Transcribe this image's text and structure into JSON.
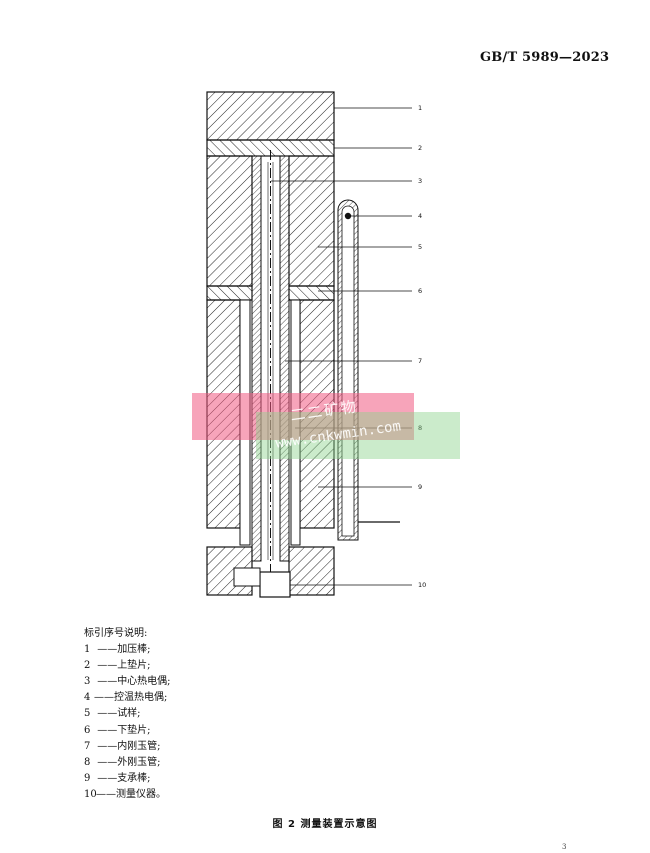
{
  "header": {
    "standard_code": "GB/T 5989—2023"
  },
  "figure": {
    "callouts": [
      "1",
      "2",
      "3",
      "4",
      "5",
      "6",
      "7",
      "8",
      "9",
      "10"
    ]
  },
  "legend": {
    "title": "标引序号说明:",
    "items": [
      {
        "num": "1",
        "text": "——加压棒;"
      },
      {
        "num": "2",
        "text": "——上垫片;"
      },
      {
        "num": "3",
        "text": "——中心热电偶;"
      },
      {
        "num": "4",
        "text": "——控温热电偶;"
      },
      {
        "num": "5",
        "text": "——试样;"
      },
      {
        "num": "6",
        "text": "——下垫片;"
      },
      {
        "num": "7",
        "text": "——内刚玉管;"
      },
      {
        "num": "8",
        "text": "——外刚玉管;"
      },
      {
        "num": "9",
        "text": "——支承棒;"
      },
      {
        "num": "10",
        "text": "——测量仪器。"
      }
    ]
  },
  "caption": "图 2 测量装置示意图",
  "page_number": "3",
  "watermark": {
    "line1": "二二矿物",
    "line2": "www.cnkwmin.com"
  }
}
